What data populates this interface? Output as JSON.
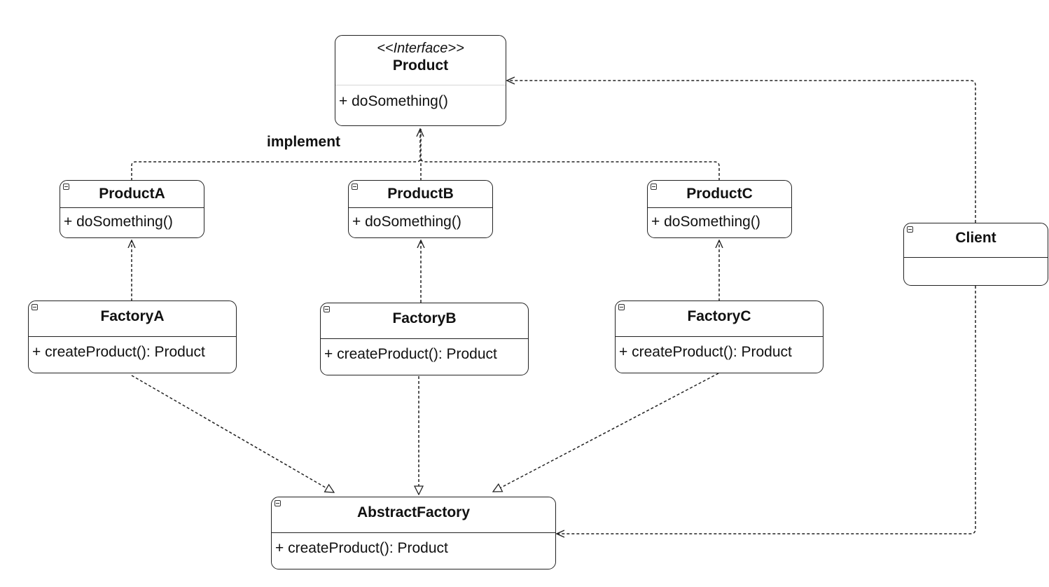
{
  "diagram": {
    "interface": {
      "stereotype": "<<Interface>>",
      "name": "Product",
      "method": "+ doSomething()"
    },
    "implement_label": "implement",
    "products": [
      {
        "name": "ProductA",
        "method": "+ doSomething()"
      },
      {
        "name": "ProductB",
        "method": "+ doSomething()"
      },
      {
        "name": "ProductC",
        "method": "+ doSomething()"
      }
    ],
    "factories": [
      {
        "name": "FactoryA",
        "method": "+ createProduct(): Product"
      },
      {
        "name": "FactoryB",
        "method": "+ createProduct(): Product"
      },
      {
        "name": "FactoryC",
        "method": "+ createProduct(): Product"
      }
    ],
    "abstract_factory": {
      "name": "AbstractFactory",
      "method": "+ createProduct(): Product"
    },
    "client": {
      "name": "Client"
    }
  }
}
